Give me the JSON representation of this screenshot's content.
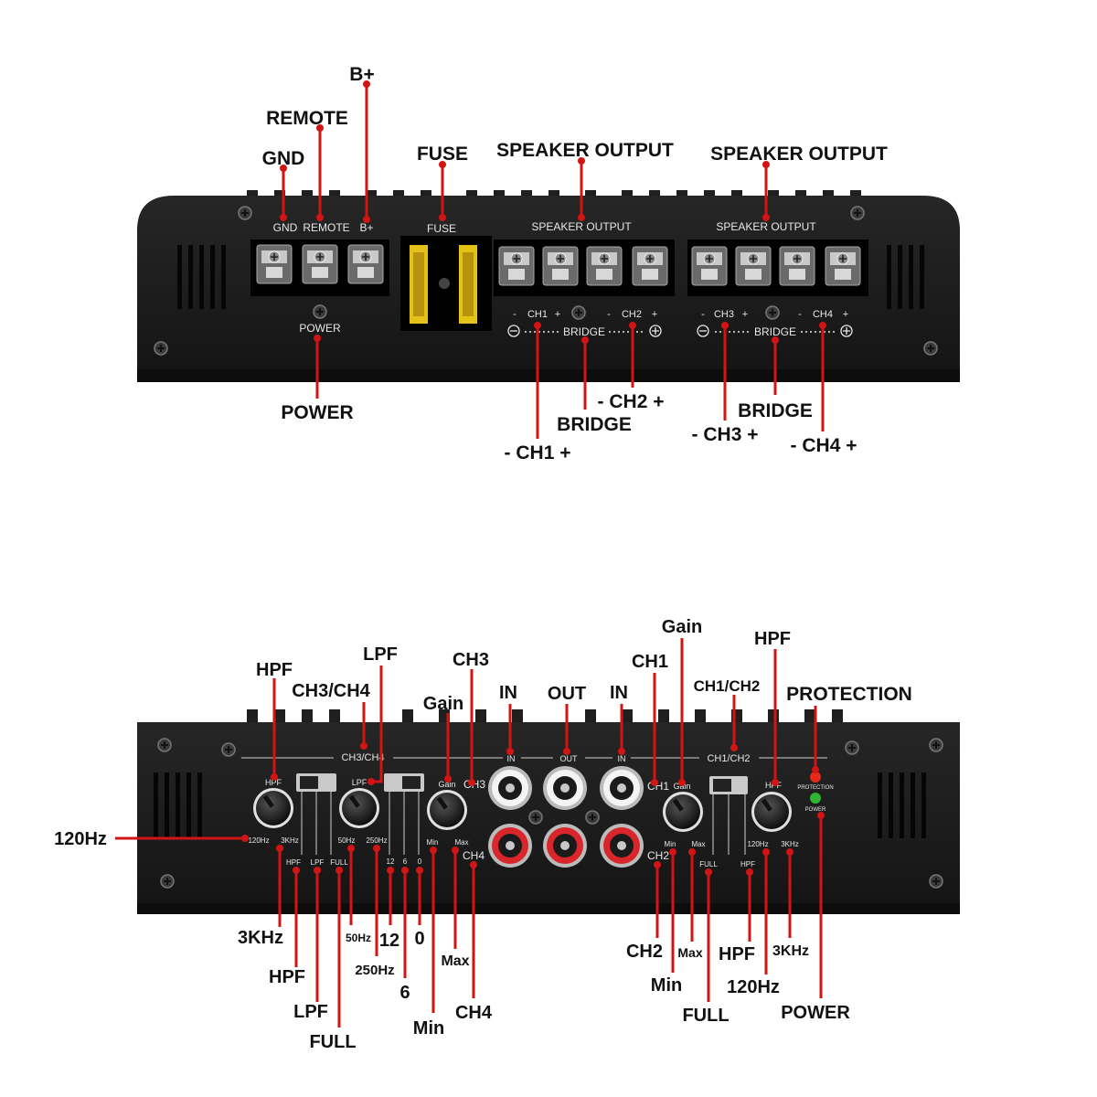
{
  "top": {
    "panel": {
      "terminal_labels": [
        "GND",
        "REMOTE",
        "B+"
      ],
      "fuse": "FUSE",
      "speaker_output_a": "SPEAKER OUTPUT",
      "speaker_output_b": "SPEAKER OUTPUT",
      "power": "POWER",
      "ch1": "CH1",
      "ch2": "CH2",
      "ch3": "CH3",
      "ch4": "CH4",
      "bridge_a": "BRIDGE",
      "bridge_b": "BRIDGE",
      "minus": "-",
      "plus": "+"
    },
    "callouts": {
      "b_plus": "B+",
      "remote": "REMOTE",
      "gnd": "GND",
      "fuse": "FUSE",
      "speaker_output_a": "SPEAKER OUTPUT",
      "speaker_output_b": "SPEAKER OUTPUT",
      "power": "POWER",
      "ch2": "- CH2 +",
      "bridge_a": "BRIDGE",
      "ch1": "- CH1 +",
      "bridge_b": "BRIDGE",
      "ch3": "- CH3 +",
      "ch4": "- CH4 +"
    }
  },
  "bottom": {
    "panel": {
      "ch34": "CH3/CH4",
      "in_a": "IN",
      "out": "OUT",
      "in_b": "IN",
      "ch12": "CH1/CH2",
      "hpf_a": "HPF",
      "lpf": "LPF",
      "gain_a": "Gain",
      "ch3": "CH3",
      "ch1": "CH1",
      "gain_b": "Gain",
      "hpf_b": "HPF",
      "protection": "PROTECTION",
      "power": "POWER",
      "hz120_a": "120Hz",
      "khz3_a": "3KHz",
      "hpf_sw_a": "HPF",
      "lpf_sw": "LPF",
      "full_sw_a": "FULL",
      "hz50": "50Hz",
      "hz250": "250Hz",
      "n12": "12",
      "n6": "6",
      "n0": "0",
      "min_a": "Min",
      "max_a": "Max",
      "ch4": "CH4",
      "ch2": "CH2",
      "min_b": "Min",
      "max_b": "Max",
      "full_sw_b": "FULL",
      "hz120_b": "120Hz",
      "khz3_b": "3KHz",
      "hpf_sw_b": "HPF"
    },
    "callouts": {
      "lpf": "LPF",
      "hpf_a": "HPF",
      "ch34": "CH3/CH4",
      "ch3": "CH3",
      "gain_a": "Gain",
      "in_a": "IN",
      "out": "OUT",
      "in_b": "IN",
      "gain_b": "Gain",
      "ch1": "CH1",
      "hpf_b": "HPF",
      "ch12": "CH1/CH2",
      "protection": "PROTECTION",
      "hz120_a": "120Hz",
      "khz3_a": "3KHz",
      "hz50": "50Hz",
      "n12": "12",
      "n0": "0",
      "hz250": "250Hz",
      "max_a": "Max",
      "hpf_sw_a": "HPF",
      "n6": "6",
      "ch4": "CH4",
      "lpf_sw": "LPF",
      "min_a": "Min",
      "full_a": "FULL",
      "ch2": "CH2",
      "max_b": "Max",
      "hpf_sw_b": "HPF",
      "khz3_b": "3KHz",
      "min_b": "Min",
      "hz120_b": "120Hz",
      "power": "POWER",
      "full_b": "FULL"
    }
  },
  "colors": {
    "panel": "#1b1b1b",
    "callout_line": "#d21414",
    "fuse": "#e5c21a",
    "rca_white": "#f2f2f2",
    "rca_red": "#d8262a",
    "led_red": "#e52a1c",
    "led_green": "#2fb52f"
  },
  "icons": [
    "screw-icon",
    "terminal-screw-icon",
    "fuse-icon",
    "rca-jack-icon",
    "knob-icon",
    "slide-switch-icon",
    "led-icon"
  ]
}
